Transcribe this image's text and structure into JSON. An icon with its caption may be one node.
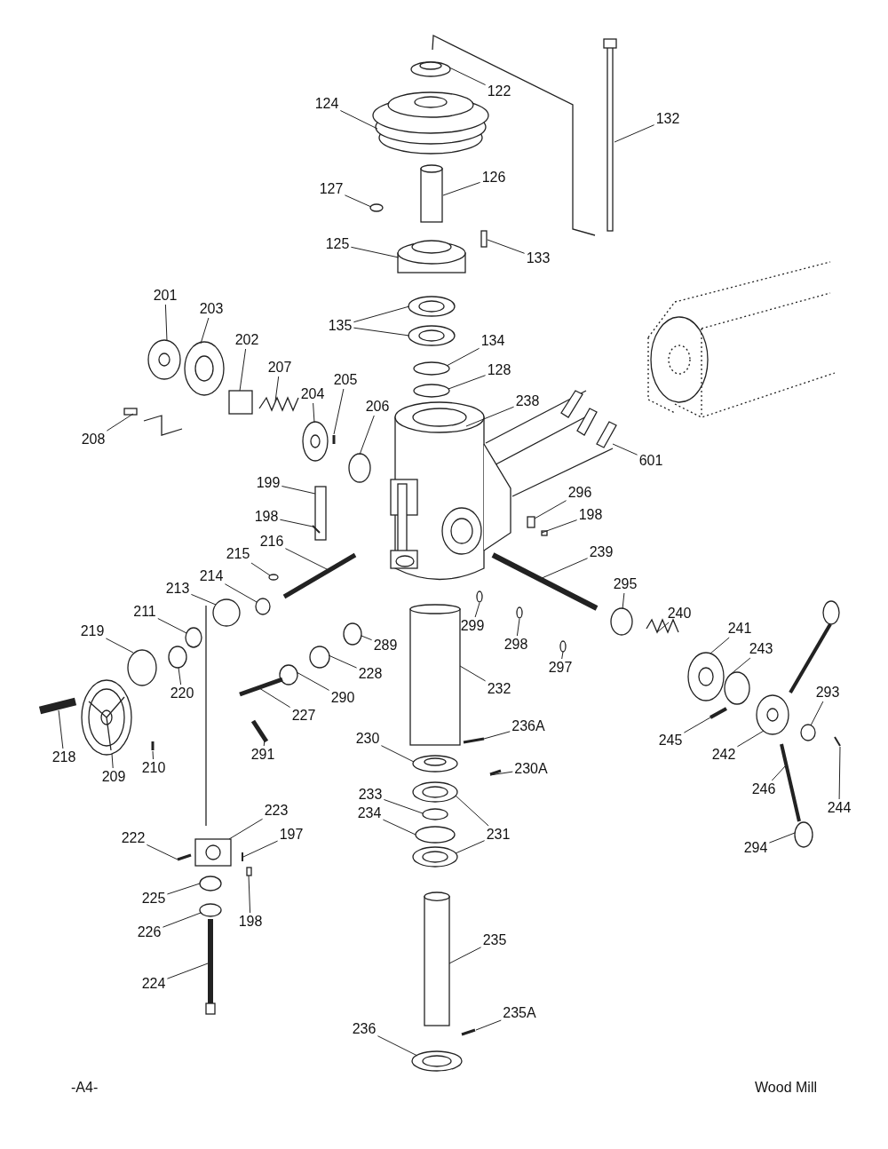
{
  "diagram": {
    "nodes": [
      {
        "text": [
          "122"
        ]
      },
      {
        "text": [
          "124"
        ]
      },
      {
        "text": [
          "132"
        ]
      },
      {
        "text": [
          "127"
        ]
      },
      {
        "text": [
          "126"
        ]
      },
      {
        "text": [
          "125"
        ]
      },
      {
        "text": [
          "133"
        ]
      },
      {
        "text": [
          "135"
        ]
      },
      {
        "text": [
          "134"
        ]
      },
      {
        "text": [
          "128"
        ]
      },
      {
        "text": [
          "201"
        ]
      },
      {
        "text": [
          "203"
        ]
      },
      {
        "text": [
          "202"
        ]
      },
      {
        "text": [
          "207"
        ]
      },
      {
        "text": [
          "204"
        ]
      },
      {
        "text": [
          "205"
        ]
      },
      {
        "text": [
          "206"
        ]
      },
      {
        "text": [
          "238"
        ]
      },
      {
        "text": [
          "208"
        ]
      },
      {
        "text": [
          "601"
        ]
      },
      {
        "text": [
          "199"
        ]
      },
      {
        "text": [
          "296"
        ]
      },
      {
        "text": [
          "198"
        ]
      },
      {
        "text": [
          "198"
        ]
      },
      {
        "text": [
          "216"
        ]
      },
      {
        "text": [
          "215"
        ]
      },
      {
        "text": [
          "239"
        ]
      },
      {
        "text": [
          "214"
        ]
      },
      {
        "text": [
          "213"
        ]
      },
      {
        "text": [
          "295"
        ]
      },
      {
        "text": [
          "211"
        ]
      },
      {
        "text": [
          "299"
        ]
      },
      {
        "text": [
          "298"
        ]
      },
      {
        "text": [
          "289"
        ]
      },
      {
        "text": [
          "240"
        ]
      },
      {
        "text": [
          "241"
        ]
      },
      {
        "text": [
          "219"
        ]
      },
      {
        "text": [
          "243"
        ]
      },
      {
        "text": [
          "228"
        ]
      },
      {
        "text": [
          "297"
        ]
      },
      {
        "text": [
          "290"
        ]
      },
      {
        "text": [
          "232"
        ]
      },
      {
        "text": [
          "220"
        ]
      },
      {
        "text": [
          "227"
        ]
      },
      {
        "text": [
          "293"
        ]
      },
      {
        "text": [
          "236A"
        ]
      },
      {
        "text": [
          "245"
        ]
      },
      {
        "text": [
          "242"
        ]
      },
      {
        "text": [
          "230"
        ]
      },
      {
        "text": [
          "291"
        ]
      },
      {
        "text": [
          "218"
        ]
      },
      {
        "text": [
          "209"
        ]
      },
      {
        "text": [
          "210"
        ]
      },
      {
        "text": [
          "230A"
        ]
      },
      {
        "text": [
          "244"
        ]
      },
      {
        "text": [
          "246"
        ]
      },
      {
        "text": [
          "233"
        ]
      },
      {
        "text": [
          "223"
        ]
      },
      {
        "text": [
          "231"
        ]
      },
      {
        "text": [
          "234"
        ]
      },
      {
        "text": [
          "197"
        ]
      },
      {
        "text": [
          "222"
        ]
      },
      {
        "text": [
          "294"
        ]
      },
      {
        "text": [
          "225"
        ]
      },
      {
        "text": [
          "198"
        ]
      },
      {
        "text": [
          "226"
        ]
      },
      {
        "text": [
          "235"
        ]
      },
      {
        "text": [
          "224"
        ]
      },
      {
        "text": [
          "235A"
        ]
      },
      {
        "text": [
          "236"
        ]
      },
      {
        "text": [],
        "shape": "picture"
      },
      {
        "text": [],
        "shape": "picture"
      },
      {
        "text": [],
        "shape": "picture"
      },
      {
        "text": [],
        "shape": "circle"
      },
      {
        "text": [],
        "shape": "cylinder"
      },
      {
        "text": [],
        "shape": "picture"
      },
      {
        "text": [],
        "shape": "box"
      },
      {
        "text": [],
        "shape": "picture"
      },
      {
        "text": [],
        "shape": "circle"
      },
      {
        "text": [],
        "shape": "circle"
      },
      {
        "text": [],
        "shape": "picture"
      },
      {
        "text": [],
        "shape": "picture"
      },
      {
        "text": [],
        "shape": "box"
      },
      {
        "text": [],
        "shape": "picture"
      },
      {
        "text": [],
        "shape": "picture"
      },
      {
        "text": [],
        "shape": "bar"
      },
      {
        "text": [],
        "shape": "circle"
      },
      {
        "text": [],
        "shape": "picture"
      },
      {
        "text": [],
        "shape": "box"
      },
      {
        "text": [],
        "shape": "box"
      },
      {
        "text": [],
        "shape": "box"
      },
      {
        "text": [],
        "shape": "box"
      },
      {
        "text": [],
        "shape": "bar"
      },
      {
        "text": [],
        "shape": "box"
      },
      {
        "text": [],
        "shape": "bar"
      },
      {
        "text": [],
        "shape": "circle"
      },
      {
        "text": [],
        "shape": "bar"
      },
      {
        "text": [],
        "shape": "circle"
      },
      {
        "text": [],
        "shape": "circle"
      },
      {
        "text": [],
        "shape": "circle"
      },
      {
        "text": [],
        "shape": "circle"
      },
      {
        "text": [],
        "shape": "circle"
      },
      {
        "text": [],
        "shape": "circle"
      },
      {
        "text": [],
        "shape": "circle"
      },
      {
        "text": [],
        "shape": "picture"
      },
      {
        "text": [],
        "shape": "picture"
      },
      {
        "text": [],
        "shape": "circle"
      },
      {
        "text": [],
        "shape": "circle"
      },
      {
        "text": [],
        "shape": "circle"
      },
      {
        "text": [],
        "shape": "circle"
      },
      {
        "text": [],
        "shape": "circle"
      },
      {
        "text": [],
        "shape": "cylinder"
      },
      {
        "text": [],
        "shape": "circle"
      },
      {
        "text": [],
        "shape": "bar"
      },
      {
        "text": [],
        "shape": "circle"
      },
      {
        "text": [],
        "shape": "bar"
      },
      {
        "text": [],
        "shape": "bar"
      },
      {
        "text": [],
        "shape": "picture"
      },
      {
        "text": [],
        "shape": "picture"
      },
      {
        "text": [],
        "shape": "bar"
      },
      {
        "text": [],
        "shape": "bar"
      },
      {
        "text": [],
        "shape": "picture"
      },
      {
        "text": [],
        "shape": "bar"
      },
      {
        "text": [],
        "shape": "bar"
      },
      {
        "text": [],
        "shape": "bar"
      },
      {
        "text": [],
        "shape": "bar"
      },
      {
        "text": [],
        "shape": "circle"
      },
      {
        "text": [],
        "shape": "picture"
      },
      {
        "text": [],
        "shape": "picture"
      },
      {
        "text": [],
        "shape": "circle"
      },
      {
        "text": [],
        "shape": "bar"
      },
      {
        "text": [],
        "shape": "bar"
      },
      {
        "text": [],
        "shape": "circle"
      },
      {
        "text": [],
        "shape": "circle"
      },
      {
        "text": [],
        "shape": "box"
      },
      {
        "text": [],
        "shape": "circle"
      },
      {
        "text": [],
        "shape": "cylinder"
      },
      {
        "text": [],
        "shape": "picture"
      },
      {
        "text": [],
        "shape": "bar"
      },
      {
        "text": [],
        "shape": "picture"
      },
      {
        "text": [],
        "shape": "picture"
      },
      {
        "text": [],
        "shape": "picture"
      }
    ],
    "edges": [
      {
        "from": 0,
        "to": 70,
        "arrow": "none"
      },
      {
        "from": 1,
        "to": 71,
        "arrow": "none"
      },
      {
        "from": 2,
        "to": 72,
        "arrow": "none"
      },
      {
        "from": 3,
        "to": 73,
        "arrow": "none"
      },
      {
        "from": 4,
        "to": 74,
        "arrow": "none"
      },
      {
        "from": 5,
        "to": 75,
        "arrow": "none"
      },
      {
        "from": 6,
        "to": 76,
        "arrow": "none"
      },
      {
        "from": 7,
        "to": 77,
        "arrow": "none"
      },
      {
        "from": 7,
        "to": 140,
        "arrow": "none"
      },
      {
        "from": 8,
        "to": 78,
        "arrow": "none"
      },
      {
        "from": 9,
        "to": 79,
        "arrow": "none"
      },
      {
        "from": 10,
        "to": 80,
        "arrow": "none"
      },
      {
        "from": 11,
        "to": 81,
        "arrow": "none"
      },
      {
        "from": 12,
        "to": 82,
        "arrow": "none"
      },
      {
        "from": 13,
        "to": 83,
        "arrow": "none"
      },
      {
        "from": 14,
        "to": 84,
        "arrow": "none"
      },
      {
        "from": 15,
        "to": 85,
        "arrow": "none"
      },
      {
        "from": 16,
        "to": 86,
        "arrow": "none"
      },
      {
        "from": 17,
        "to": 87,
        "arrow": "none"
      },
      {
        "from": 18,
        "to": 88,
        "arrow": "none"
      },
      {
        "from": 19,
        "to": 89,
        "arrow": "none"
      },
      {
        "from": 20,
        "to": 90,
        "arrow": "none"
      },
      {
        "from": 21,
        "to": 91,
        "arrow": "none"
      },
      {
        "from": 22,
        "to": 92,
        "arrow": "none"
      },
      {
        "from": 23,
        "to": 93,
        "arrow": "none"
      },
      {
        "from": 24,
        "to": 94,
        "arrow": "none"
      },
      {
        "from": 25,
        "to": 95,
        "arrow": "none"
      },
      {
        "from": 26,
        "to": 96,
        "arrow": "none"
      },
      {
        "from": 27,
        "to": 97,
        "arrow": "none"
      },
      {
        "from": 28,
        "to": 98,
        "arrow": "none"
      },
      {
        "from": 29,
        "to": 99,
        "arrow": "none"
      },
      {
        "from": 30,
        "to": 100,
        "arrow": "none"
      },
      {
        "from": 31,
        "to": 101,
        "arrow": "none"
      },
      {
        "from": 32,
        "to": 102,
        "arrow": "none"
      },
      {
        "from": 33,
        "to": 103,
        "arrow": "none"
      },
      {
        "from": 34,
        "to": 104,
        "arrow": "none"
      },
      {
        "from": 35,
        "to": 105,
        "arrow": "none"
      },
      {
        "from": 36,
        "to": 106,
        "arrow": "none"
      },
      {
        "from": 37,
        "to": 107,
        "arrow": "none"
      },
      {
        "from": 38,
        "to": 108,
        "arrow": "none"
      },
      {
        "from": 39,
        "to": 109,
        "arrow": "none"
      },
      {
        "from": 40,
        "to": 110,
        "arrow": "none"
      },
      {
        "from": 41,
        "to": 111,
        "arrow": "none"
      },
      {
        "from": 42,
        "to": 112,
        "arrow": "none"
      },
      {
        "from": 43,
        "to": 113,
        "arrow": "none"
      },
      {
        "from": 44,
        "to": 114,
        "arrow": "none"
      },
      {
        "from": 45,
        "to": 115,
        "arrow": "none"
      },
      {
        "from": 46,
        "to": 116,
        "arrow": "none"
      },
      {
        "from": 47,
        "to": 117,
        "arrow": "none"
      },
      {
        "from": 48,
        "to": 118,
        "arrow": "none"
      },
      {
        "from": 49,
        "to": 119,
        "arrow": "none"
      },
      {
        "from": 50,
        "to": 120,
        "arrow": "none"
      },
      {
        "from": 51,
        "to": 121,
        "arrow": "none"
      },
      {
        "from": 52,
        "to": 122,
        "arrow": "none"
      },
      {
        "from": 53,
        "to": 123,
        "arrow": "none"
      },
      {
        "from": 54,
        "to": 124,
        "arrow": "none"
      },
      {
        "from": 55,
        "to": 125,
        "arrow": "none"
      },
      {
        "from": 56,
        "to": 126,
        "arrow": "none"
      },
      {
        "from": 57,
        "to": 127,
        "arrow": "none"
      },
      {
        "from": 58,
        "to": 128,
        "arrow": "none"
      },
      {
        "from": 58,
        "to": 141,
        "arrow": "none"
      },
      {
        "from": 59,
        "to": 129,
        "arrow": "none"
      },
      {
        "from": 60,
        "to": 130,
        "arrow": "none"
      },
      {
        "from": 61,
        "to": 131,
        "arrow": "none"
      },
      {
        "from": 62,
        "to": 132,
        "arrow": "none"
      },
      {
        "from": 63,
        "to": 133,
        "arrow": "none"
      },
      {
        "from": 64,
        "to": 134,
        "arrow": "none"
      },
      {
        "from": 65,
        "to": 135,
        "arrow": "none"
      },
      {
        "from": 66,
        "to": 136,
        "arrow": "none"
      },
      {
        "from": 67,
        "to": 137,
        "arrow": "none"
      },
      {
        "from": 68,
        "to": 138,
        "arrow": "none"
      },
      {
        "from": 69,
        "to": 139,
        "arrow": "none"
      }
    ],
    "labels": [
      "-A4-",
      "Wood Mill"
    ]
  }
}
